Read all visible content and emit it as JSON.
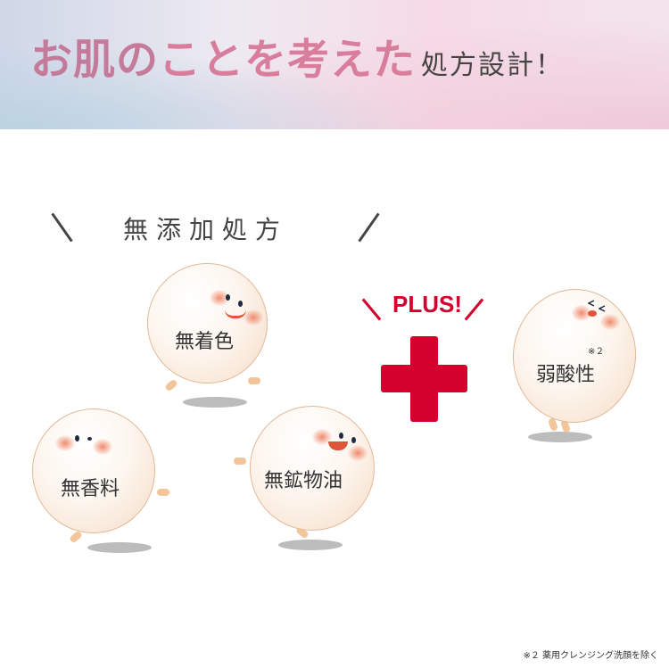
{
  "banner": {
    "title_pink_1": "お肌の",
    "title_pink_2": "ことを考えた",
    "title_dark": "処方設計！"
  },
  "section": {
    "heading": "無添加処方"
  },
  "features": [
    {
      "label": "無着色"
    },
    {
      "label": "無香料"
    },
    {
      "label": "無鉱物油"
    }
  ],
  "plus": {
    "label": "PLUS!",
    "feature": "弱酸性",
    "note_mark": "※２"
  },
  "footnote": "※２ 薬用クレンジング洗顔を除く",
  "colors": {
    "accent_red": "#d4002e",
    "title_pink": "#d87e9c"
  }
}
